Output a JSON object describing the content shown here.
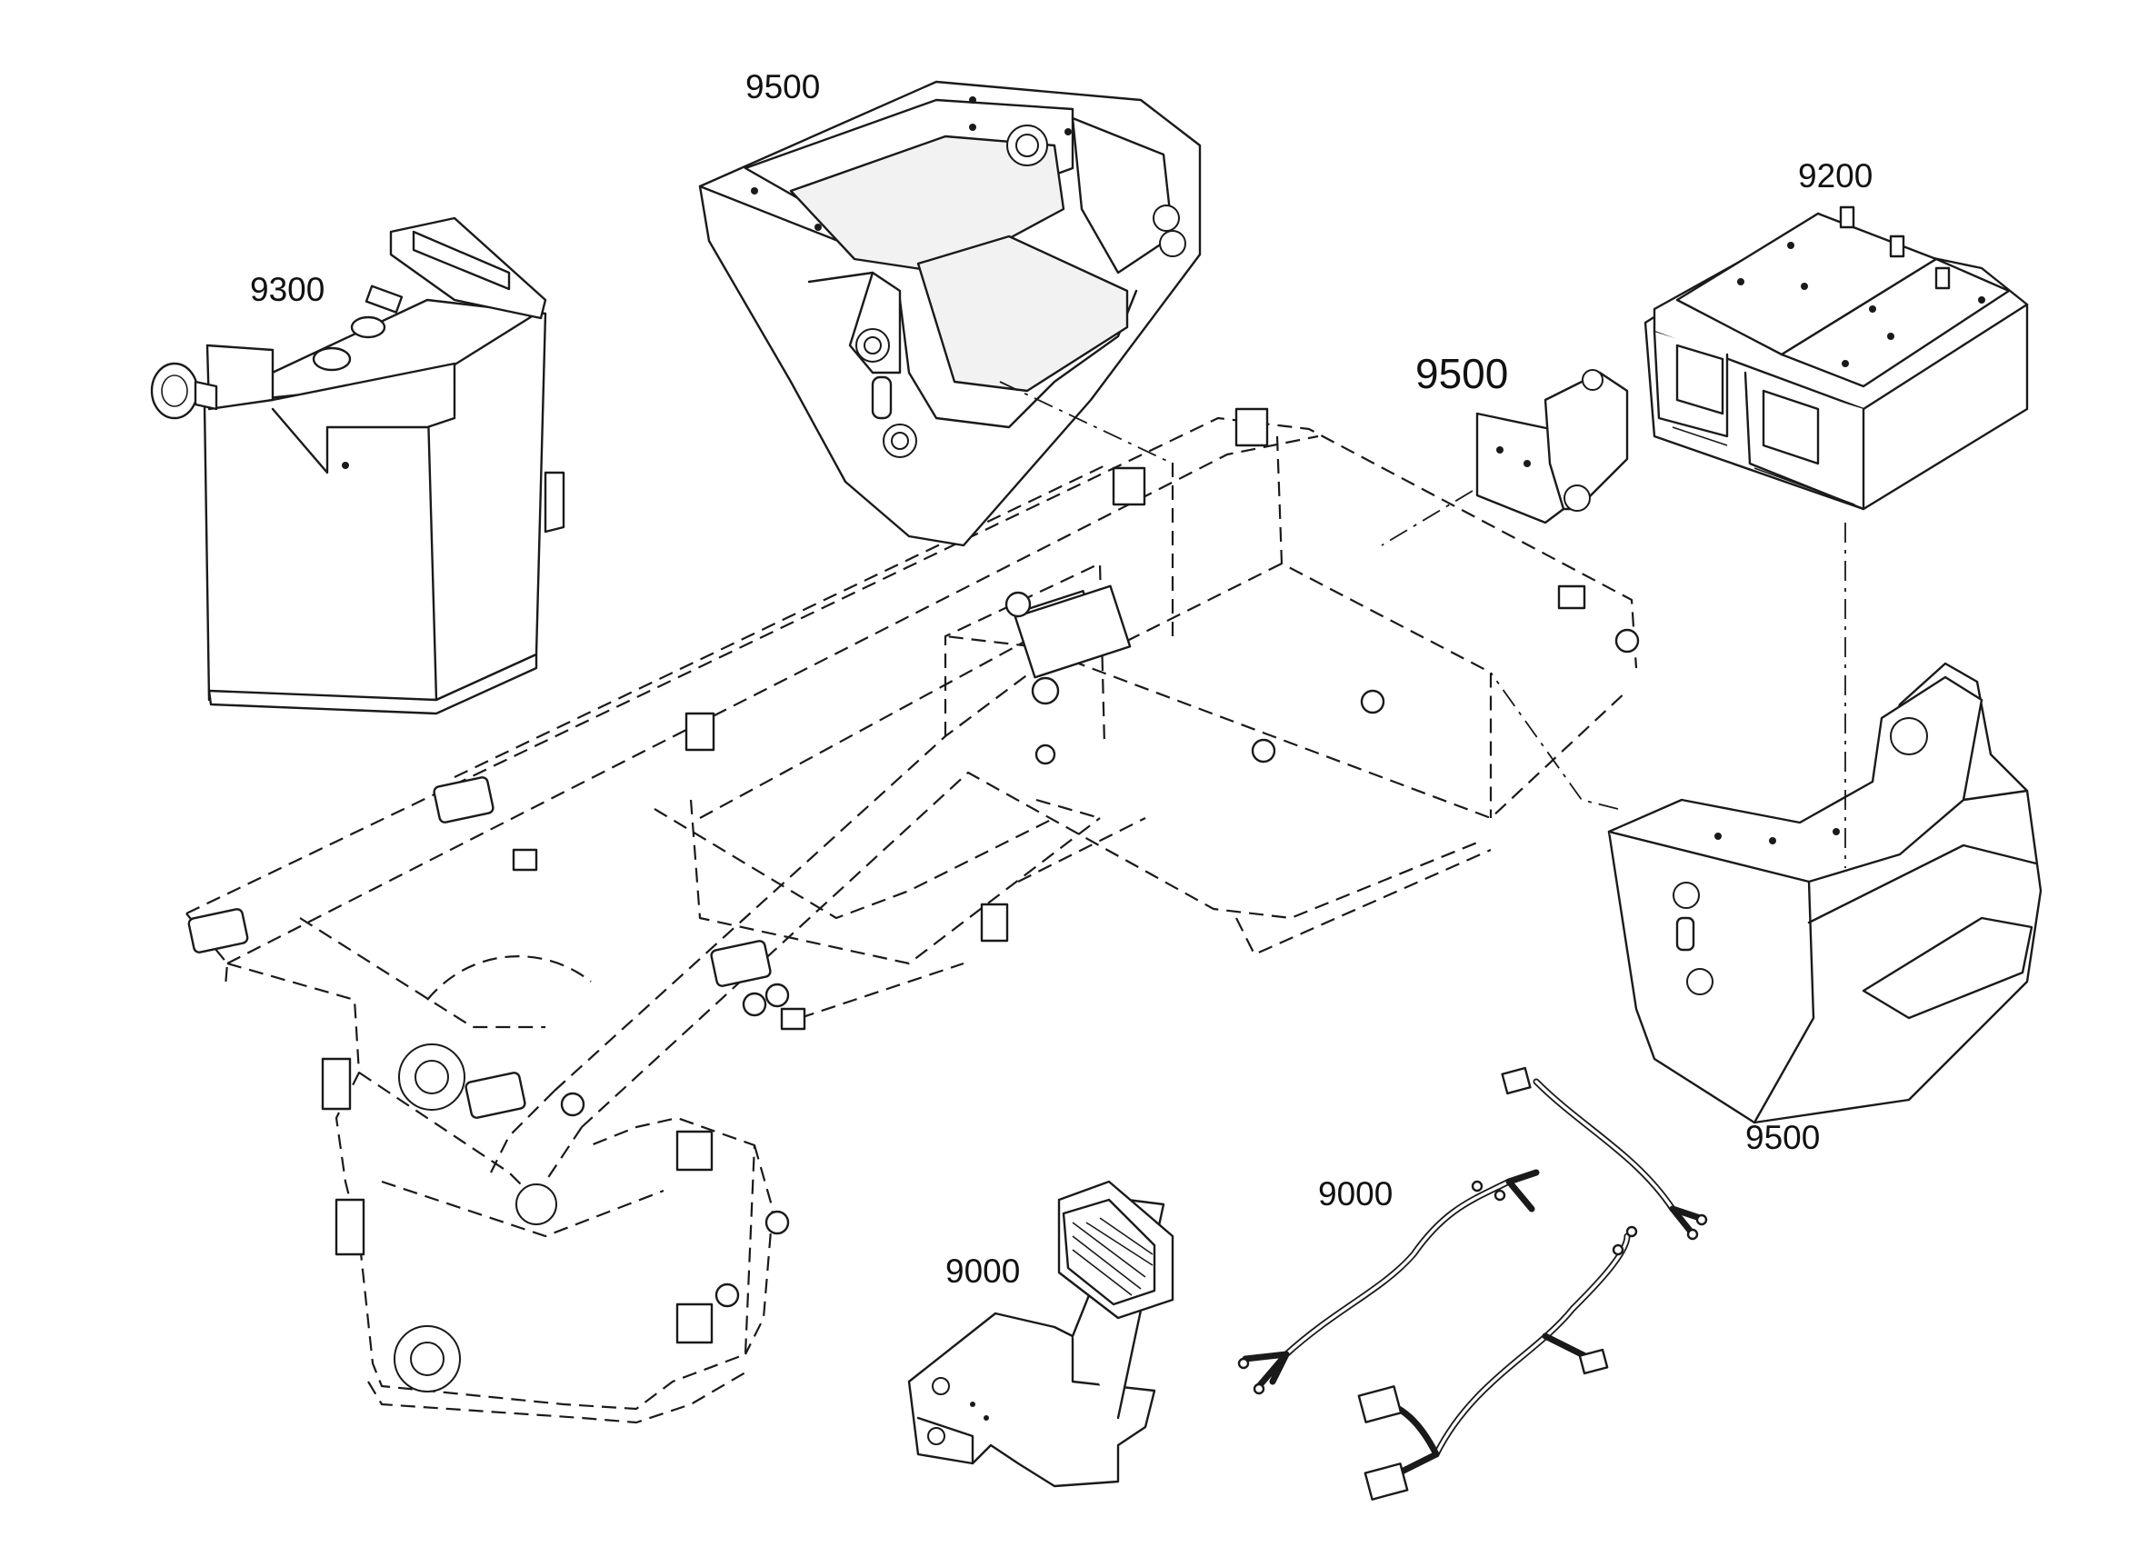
{
  "diagram": {
    "callouts": {
      "fuel_tank": "9300",
      "front_frame_top": "9500",
      "bracket": "9500",
      "batteries": "9200",
      "rear_counterweight": "9500",
      "work_light": "9000",
      "wiring_harness": "9000"
    }
  }
}
